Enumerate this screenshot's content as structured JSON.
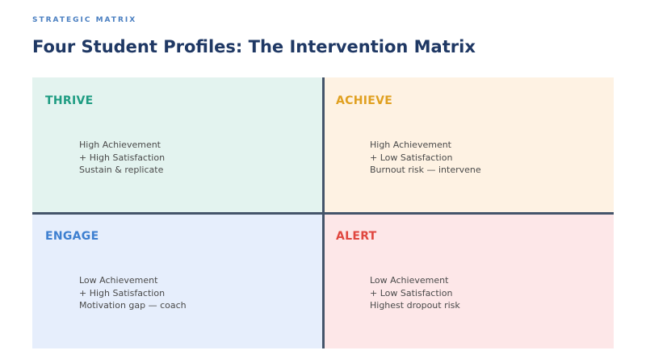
{
  "header": {
    "eyebrow": "STRATEGIC MATRIX",
    "title": "Four Student Profiles: The Intervention Matrix"
  },
  "colors": {
    "eyebrow": "#4a7fc1",
    "title": "#1f3864",
    "divider": "#44546a",
    "body_text": "#4a4a4a"
  },
  "quadrants": [
    {
      "id": "thrive",
      "title": "THRIVE",
      "title_color": "#1e9c82",
      "bg_color": "#e3f3ef",
      "lines": [
        "High Achievement",
        "+ High Satisfaction",
        "Sustain & replicate"
      ]
    },
    {
      "id": "achieve",
      "title": "ACHIEVE",
      "title_color": "#e0a020",
      "bg_color": "#fef2e3",
      "lines": [
        "High Achievement",
        "+ Low Satisfaction",
        "Burnout risk — intervene"
      ]
    },
    {
      "id": "engage",
      "title": "ENGAGE",
      "title_color": "#3d7fd0",
      "bg_color": "#e6eefc",
      "lines": [
        "Low Achievement",
        "+ High Satisfaction",
        "Motivation gap — coach"
      ]
    },
    {
      "id": "alert",
      "title": "ALERT",
      "title_color": "#e0463f",
      "bg_color": "#fde7e8",
      "lines": [
        "Low Achievement",
        "+ Low Satisfaction",
        "Highest dropout risk"
      ]
    }
  ]
}
